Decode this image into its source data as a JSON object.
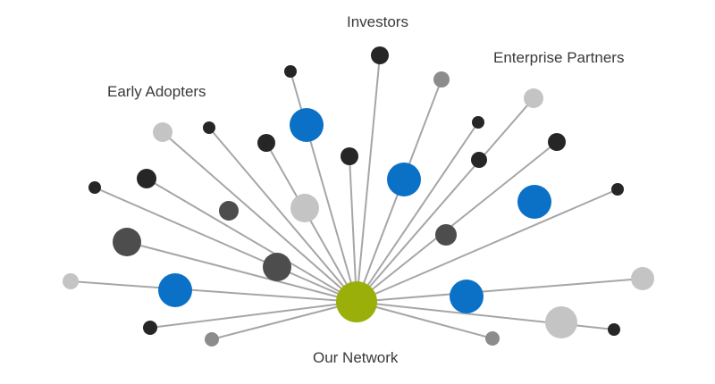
{
  "labels": {
    "early_adopters": "Early Adopters",
    "investors": "Investors",
    "enterprise_partners": "Enterprise Partners",
    "our_network": "Our Network"
  },
  "colors": {
    "hub": "#9aaf0a",
    "line": "#a6a6a6",
    "dark": "#262626",
    "mid": "#4d4d4d",
    "light": "#c4c4c4",
    "gray": "#8c8c8c",
    "blue": "#0a71c6"
  },
  "legend_groups": [
    "Early Adopters",
    "Investors",
    "Enterprise Partners"
  ]
}
